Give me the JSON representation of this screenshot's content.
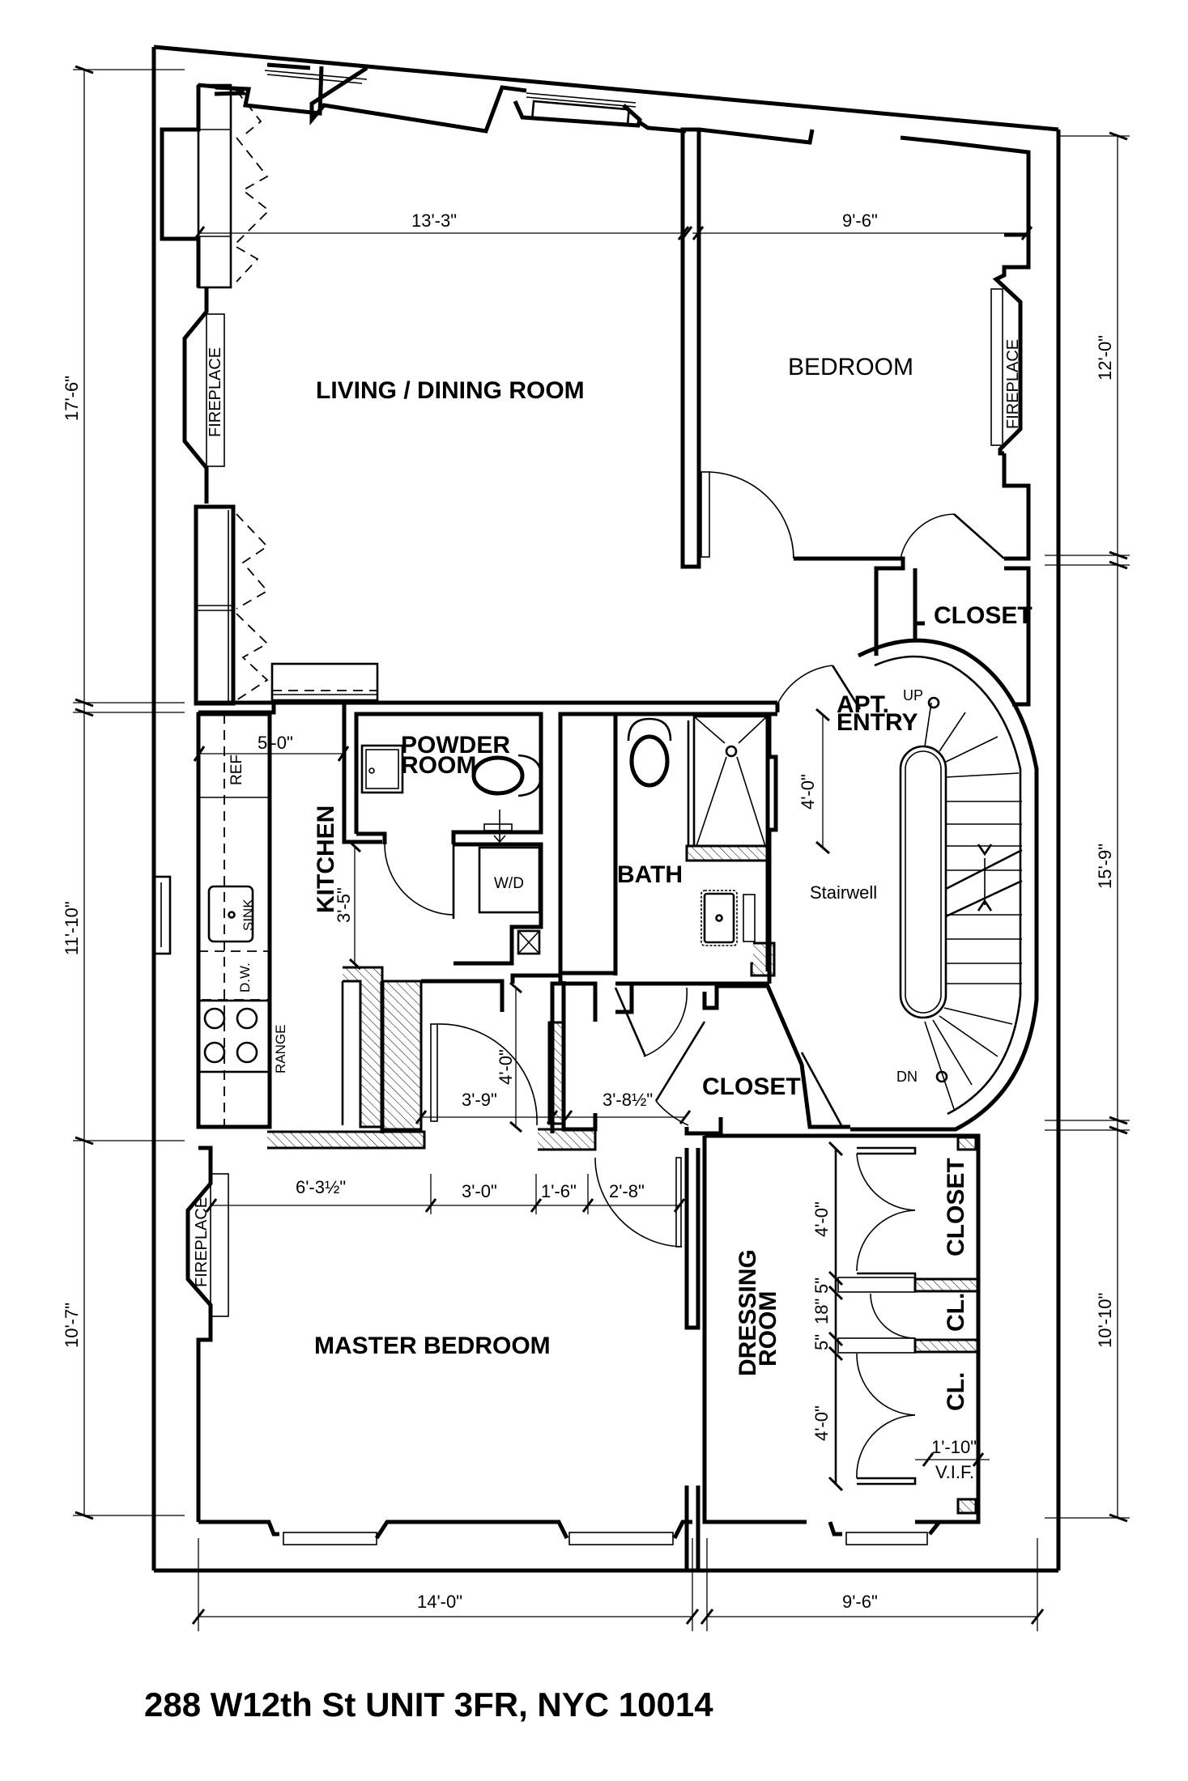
{
  "title": "288 W12th St UNIT 3FR, NYC 10014",
  "rooms": {
    "living_dining": "LIVING / DINING ROOM",
    "bedroom": "BEDROOM",
    "closet_bedroom": "CLOSET",
    "powder_room_line1": "POWDER",
    "powder_room_line2": "ROOM",
    "kitchen": "KITCHEN",
    "bath": "BATH",
    "apt_entry_line1": "APT.",
    "apt_entry_line2": "ENTRY",
    "stairwell": "Stairwell",
    "closet_hall": "CLOSET",
    "master_bedroom": "MASTER BEDROOM",
    "dressing_room_line1": "DRESSING",
    "dressing_room_line2": "ROOM",
    "closet_dressing": "CLOSET",
    "cl_1": "CL.",
    "cl_2": "CL."
  },
  "fixtures": {
    "fireplace_living": "FIREPLACE",
    "fireplace_bedroom": "FIREPLACE",
    "fireplace_master": "FIREPLACE",
    "ref": "REF",
    "sink": "SINK",
    "dishwasher": "D.W.",
    "range": "RANGE",
    "washer_dryer": "W/D",
    "stair_up": "UP",
    "stair_down": "DN",
    "vif": "V.I.F."
  },
  "dimensions": {
    "living_width": "13'-3\"",
    "bedroom_width": "9'-6\"",
    "left_upper": "17'-6\"",
    "left_middle": "11'-10\"",
    "left_lower": "10'-7\"",
    "right_upper": "12'-0\"",
    "right_middle": "15'-9\"",
    "right_lower": "10'-10\"",
    "kitchen_width": "5'-0\"",
    "kitchen_passage": "3'-5\"",
    "entry_depth": "4'-0\"",
    "hall_depth": "4'-0\"",
    "hall_width": "3'-9\"",
    "closet_door": "3'-8½\"",
    "master_seg_1": "6'-3½\"",
    "master_seg_2": "3'-0\"",
    "master_seg_3": "1'-6\"",
    "master_seg_4": "2'-8\"",
    "dressing_closet_1": "4'-0\"",
    "dressing_gap_1": "5\"",
    "dressing_cl_mid": "18\"",
    "dressing_gap_2": "5\"",
    "dressing_closet_2": "4'-0\"",
    "vif_width": "1'-10\"",
    "bottom_left": "14'-0\"",
    "bottom_right": "9'-6\""
  }
}
